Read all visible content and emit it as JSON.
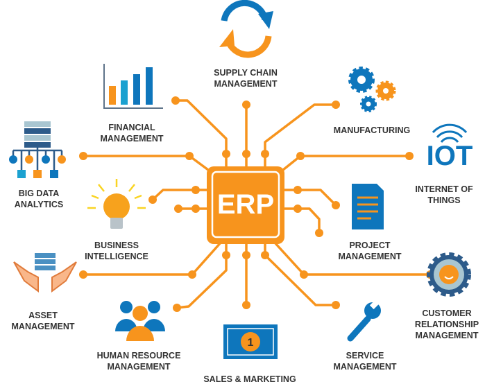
{
  "center": {
    "label": "ERP"
  },
  "modules": [
    {
      "id": "supply-chain",
      "lines": [
        "SUPPLY CHAIN",
        "MANAGEMENT"
      ]
    },
    {
      "id": "financial",
      "lines": [
        "FINANCIAL",
        "MANAGEMENT"
      ]
    },
    {
      "id": "manufacturing",
      "lines": [
        "MANUFACTURING"
      ]
    },
    {
      "id": "big-data",
      "lines": [
        "BIG DATA",
        "ANALYTICS"
      ]
    },
    {
      "id": "iot",
      "lines": [
        "INTERNET OF",
        "THINGS"
      ]
    },
    {
      "id": "bi",
      "lines": [
        "BUSINESS",
        "INTELLIGENCE"
      ]
    },
    {
      "id": "project",
      "lines": [
        "PROJECT",
        "MANAGEMENT"
      ]
    },
    {
      "id": "asset",
      "lines": [
        "ASSET",
        "MANAGEMENT"
      ]
    },
    {
      "id": "crm",
      "lines": [
        "CUSTOMER",
        "RELATIONSHIP",
        "MANAGEMENT"
      ]
    },
    {
      "id": "hr",
      "lines": [
        "HUMAN RESOURCE",
        "MANAGEMENT"
      ]
    },
    {
      "id": "service",
      "lines": [
        "SERVICE",
        "MANAGEMENT"
      ]
    },
    {
      "id": "sales",
      "lines": [
        "SALES & MARKETING"
      ]
    }
  ],
  "icons": {
    "iot_text": "IOT",
    "coin_text": "1"
  },
  "colors": {
    "orange": "#F7941D",
    "blue": "#0E76BC",
    "dark_blue": "#2D5B8A",
    "text": "#333333"
  }
}
